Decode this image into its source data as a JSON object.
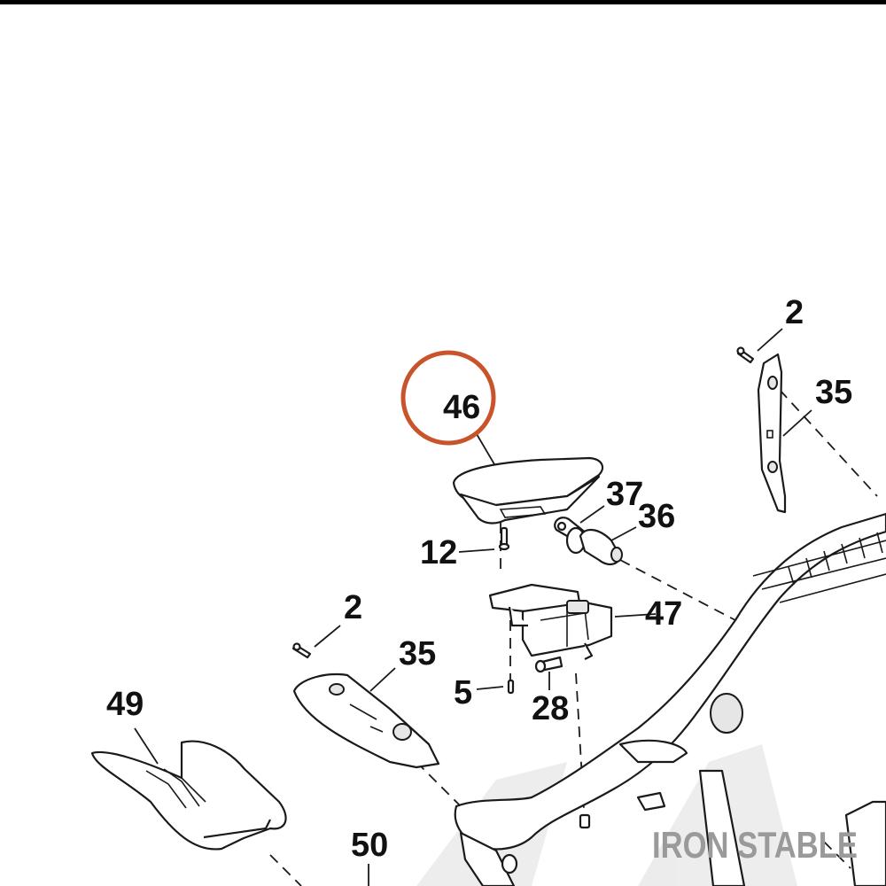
{
  "callouts": {
    "c46": "46",
    "c2_top": "2",
    "c35_top": "35",
    "c37": "37",
    "c36": "36",
    "c12": "12",
    "c47": "47",
    "c2_mid": "2",
    "c35_mid": "35",
    "c5": "5",
    "c28": "28",
    "c49": "49",
    "c50": "50"
  },
  "watermark": {
    "text": "IRON STABLE"
  },
  "colors": {
    "highlight_ring": "#c9532a",
    "line": "#1a1a1a",
    "watermark": "#9a9a9a",
    "top_rule": "#000000"
  }
}
